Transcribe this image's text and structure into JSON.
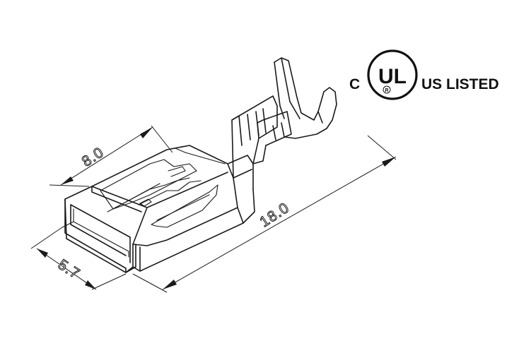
{
  "dimensions": {
    "width_label": "8.0",
    "length_label": "18.0",
    "height_label": "5.7"
  },
  "certification": {
    "prefix": "C",
    "suffix": "US LISTED",
    "logo_letters": "UL",
    "registered_mark": "R"
  }
}
